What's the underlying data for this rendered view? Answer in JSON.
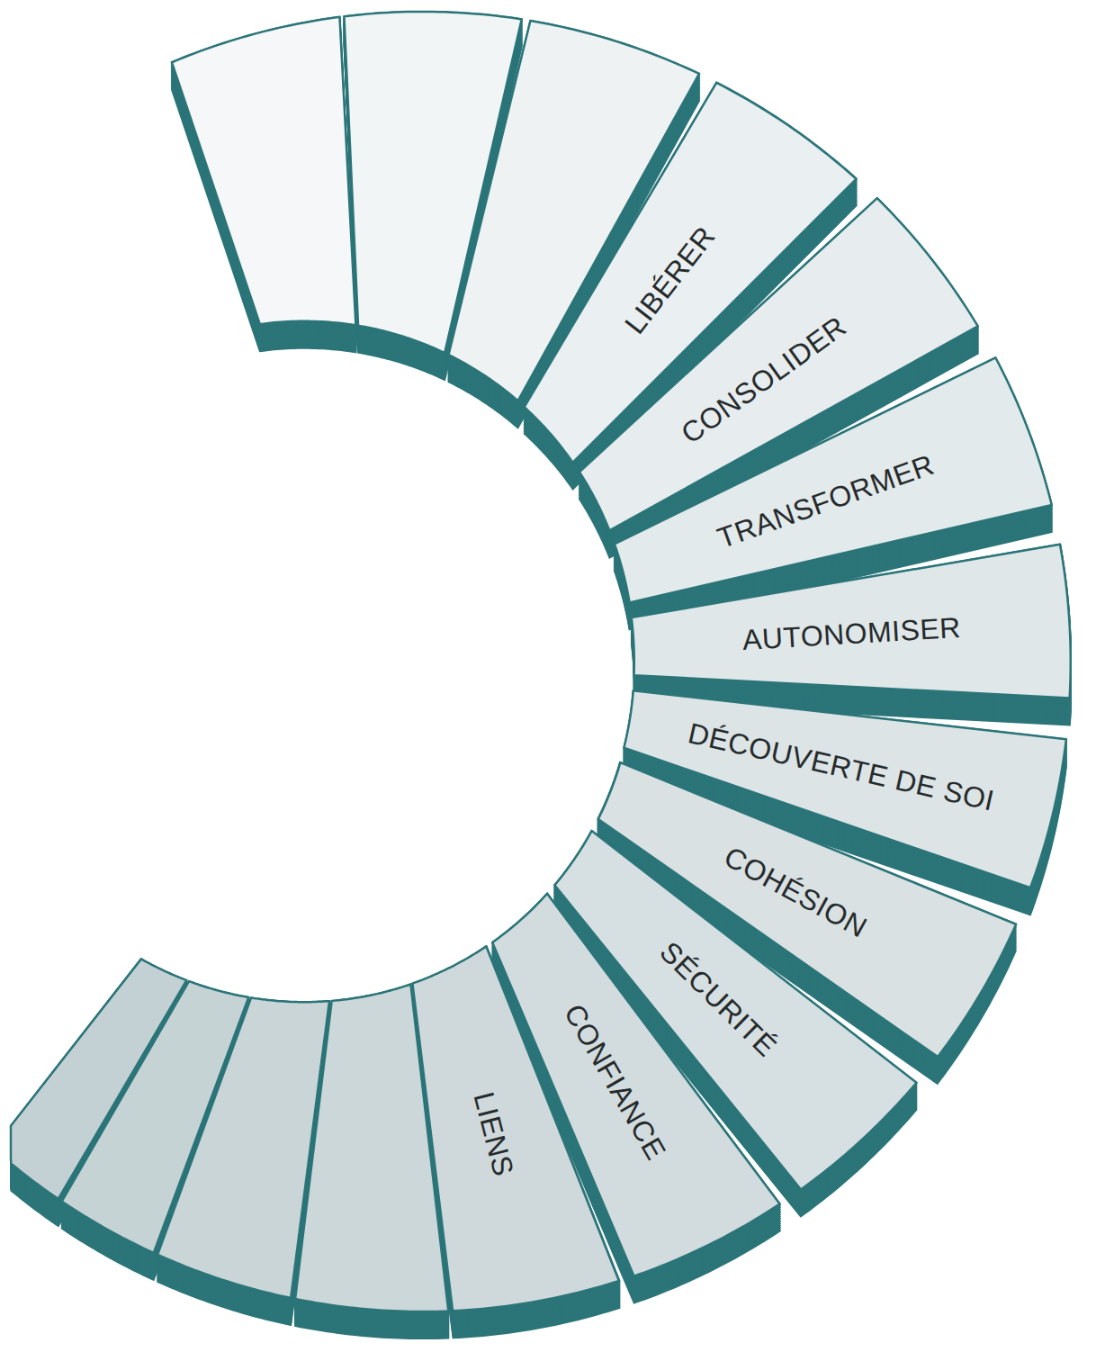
{
  "diagram": {
    "nodes": [
      {
        "text": [
          "LIENS"
        ]
      },
      {
        "text": [
          "CONFIANCE"
        ]
      },
      {
        "text": [
          "SÉCURITÉ"
        ]
      },
      {
        "text": [
          "COHÉSION"
        ]
      },
      {
        "text": [
          "DÉCOUVERTE DE SOI"
        ]
      },
      {
        "text": [
          "AUTONOMISER"
        ]
      },
      {
        "text": [
          "TRANSFORMER"
        ]
      },
      {
        "text": [
          "CONSOLIDER"
        ]
      },
      {
        "text": [
          "LIBÉRER"
        ]
      }
    ]
  }
}
